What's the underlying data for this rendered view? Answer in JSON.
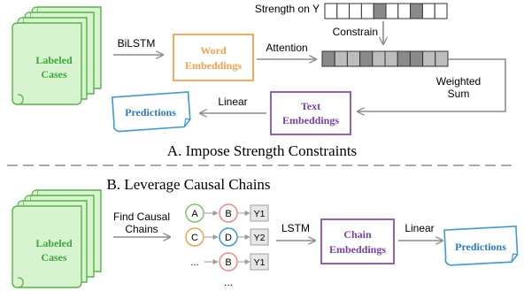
{
  "colors": {
    "green_fill": "#d7f3cf",
    "green_stroke": "#56b347",
    "green_text": "#3aaa35",
    "orange_stroke": "#f6a24a",
    "orange_text": "#f5a04a",
    "blue_stroke": "#3a9ad9",
    "blue_text": "#2a7cc7",
    "purple_stroke": "#8a4fb0",
    "purple_text": "#7a3ea3",
    "gray_arrow": "#8c8c8c",
    "dark_cell": "#8a8a8a",
    "light_cell": "#bdbdbd",
    "node_green": "#7bc86c",
    "node_orange": "#f6a24a",
    "node_red": "#f08a8a",
    "node_blue": "#3a9ad9",
    "node_gray": "#a0a0a0"
  },
  "section_a": {
    "title": "A. Impose Strength Constraints",
    "labeled_cases": [
      "Labeled",
      "Cases"
    ],
    "bilstm_label": "BiLSTM",
    "word_embeddings": [
      "Word",
      "Embeddings"
    ],
    "attention_label": "Attention",
    "strength_label": "Strength on Y",
    "strength_cells": [
      0,
      0,
      0,
      0,
      1,
      0,
      0,
      1,
      0,
      0
    ],
    "constrain_label": "Constrain",
    "attention_cells": [
      1,
      2,
      2,
      1,
      2,
      2,
      1,
      1,
      2,
      2
    ],
    "weighted_sum": [
      "Weighted",
      "Sum"
    ],
    "text_embeddings": [
      "Text",
      "Embeddings"
    ],
    "linear_label": "Linear",
    "predictions": "Predictions"
  },
  "section_b": {
    "title": "B. Leverage Causal Chains",
    "labeled_cases": [
      "Labeled",
      "Cases"
    ],
    "find_label": [
      "Find Causal",
      "Chains"
    ],
    "chains": [
      {
        "first": "A",
        "second": "B",
        "out": "Y1"
      },
      {
        "first": "C",
        "second": "D",
        "out": "Y2"
      },
      {
        "first": "...",
        "second": "B",
        "out": "Y1"
      }
    ],
    "ellipsis_bottom": "...",
    "lstm_label": "LSTM",
    "chain_embeddings": [
      "Chain",
      "Embeddings"
    ],
    "linear_label": "Linear",
    "predictions": "Predictions"
  }
}
